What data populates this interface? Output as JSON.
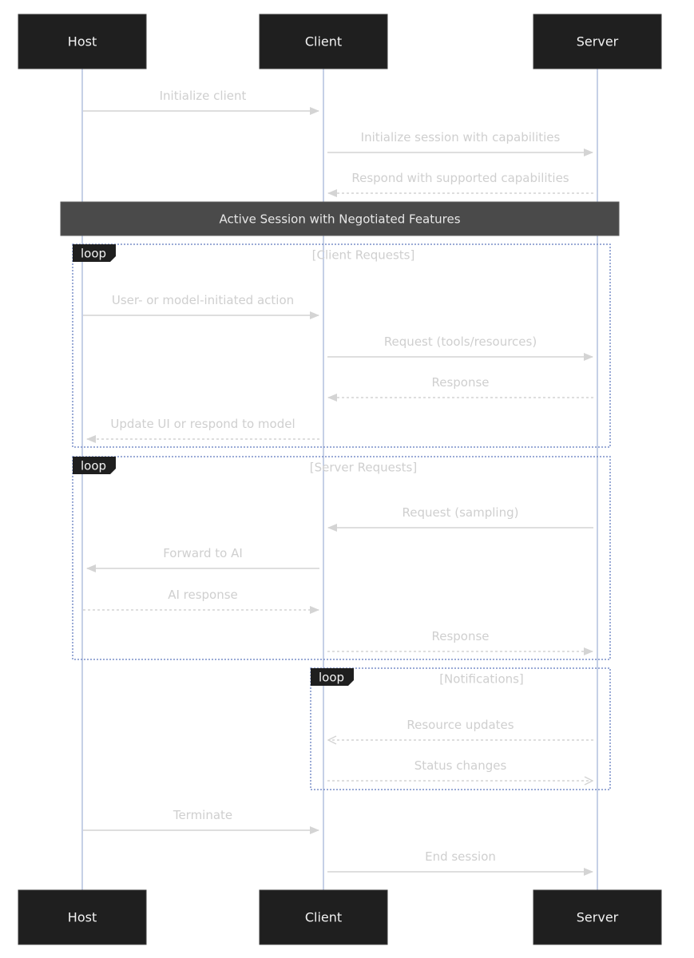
{
  "participants": [
    "Host",
    "Client",
    "Server"
  ],
  "note": {
    "text": "Active Session with Negotiated Features"
  },
  "messages": [
    {
      "from": 0,
      "to": 1,
      "text": "Initialize client",
      "dashed": false
    },
    {
      "from": 1,
      "to": 2,
      "text": "Initialize session with capabilities",
      "dashed": false
    },
    {
      "from": 2,
      "to": 1,
      "text": "Respond with supported capabilities",
      "dashed": true
    },
    {
      "from": 0,
      "to": 1,
      "text": "User- or model-initiated action",
      "dashed": false
    },
    {
      "from": 1,
      "to": 2,
      "text": "Request (tools/resources)",
      "dashed": false
    },
    {
      "from": 2,
      "to": 1,
      "text": "Response",
      "dashed": true
    },
    {
      "from": 1,
      "to": 0,
      "text": "Update UI or respond to model",
      "dashed": true
    },
    {
      "from": 2,
      "to": 1,
      "text": "Request (sampling)",
      "dashed": false
    },
    {
      "from": 1,
      "to": 0,
      "text": "Forward to AI",
      "dashed": false
    },
    {
      "from": 0,
      "to": 1,
      "text": "AI response",
      "dashed": true
    },
    {
      "from": 1,
      "to": 2,
      "text": "Response",
      "dashed": true
    },
    {
      "from": 2,
      "to": 1,
      "text": "Resource updates",
      "dashed": true
    },
    {
      "from": 1,
      "to": 2,
      "text": "Status changes",
      "dashed": true
    },
    {
      "from": 0,
      "to": 1,
      "text": "Terminate",
      "dashed": false
    },
    {
      "from": 1,
      "to": 2,
      "text": "End session",
      "dashed": false
    }
  ],
  "loops": [
    {
      "label": "loop",
      "condition": "[Client Requests]"
    },
    {
      "label": "loop",
      "condition": "[Server Requests]"
    },
    {
      "label": "loop",
      "condition": "[Notifications]"
    }
  ]
}
